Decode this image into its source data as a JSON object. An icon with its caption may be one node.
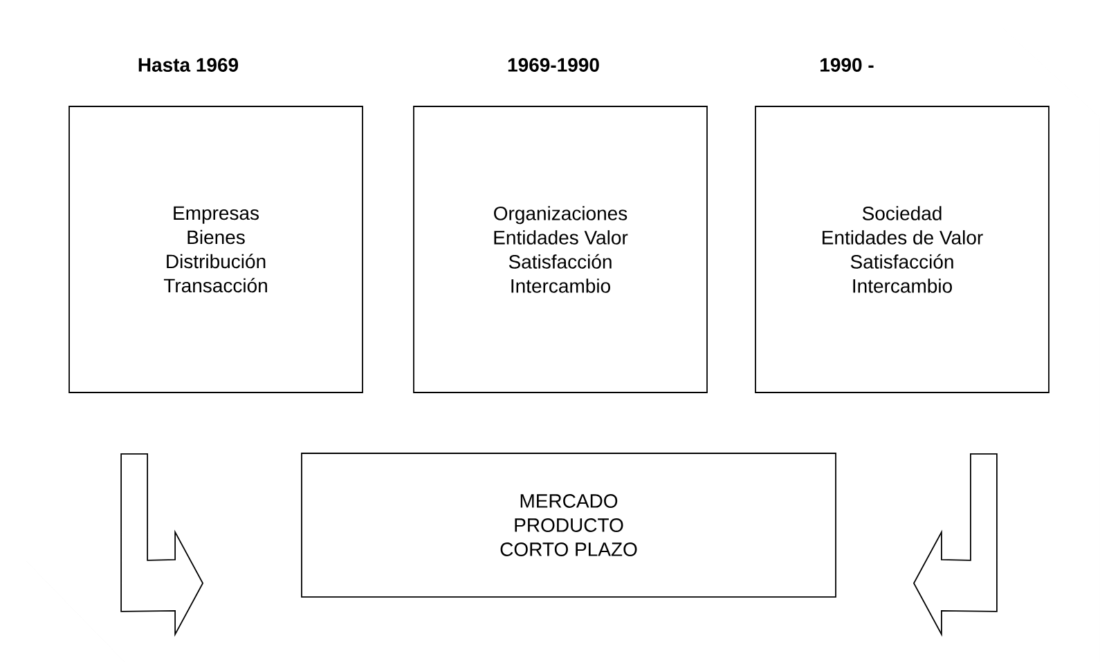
{
  "diagram": {
    "nodes": [
      {
        "text": [
          "Hasta 1969",
          "Empresas",
          "Bienes",
          "Distribución",
          "Transacción"
        ]
      },
      {
        "text": [
          "1969-1990",
          "Organizaciones",
          "Entidades Valor",
          "Satisfacción",
          "Intercambio"
        ]
      },
      {
        "text": [
          "1990 -",
          "Sociedad",
          "Entidades de Valor",
          "Satisfacción",
          "Intercambio"
        ]
      },
      {
        "text": [
          "MERCADO",
          "PRODUCTO",
          "CORTO PLAZO"
        ]
      }
    ],
    "edges": [
      {
        "from": 0,
        "to": 3,
        "arrow": "to"
      },
      {
        "from": 2,
        "to": 3,
        "arrow": "to"
      }
    ]
  }
}
